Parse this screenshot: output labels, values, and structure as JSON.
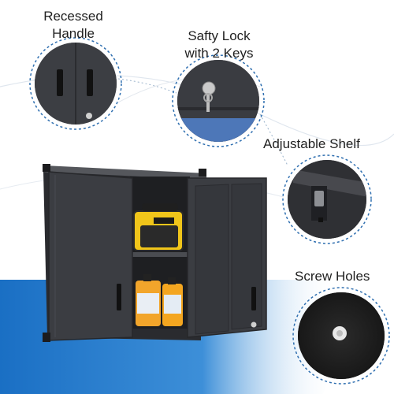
{
  "callouts": {
    "recessed_handle": {
      "line1": "Recessed",
      "line2": "Handle"
    },
    "safety_lock": {
      "line1": "Safty Lock",
      "line2": "with 2 Keys"
    },
    "adjustable_shelf": {
      "label": "Adjustable Shelf"
    },
    "screw_holes": {
      "label": "Screw Holes"
    }
  },
  "colors": {
    "cabinet_body": "#3b3d42",
    "cabinet_edge": "#2a2b2f",
    "dashed_circle": "#2f6fb0",
    "blue_floor": "#1d74c8",
    "bottle_orange": "#f2a52b",
    "radio_yellow": "#f0c51a"
  },
  "icons": [
    "lock-icon",
    "key-icon",
    "handle-icon",
    "screw-hole-icon",
    "shelf-clip-icon"
  ]
}
